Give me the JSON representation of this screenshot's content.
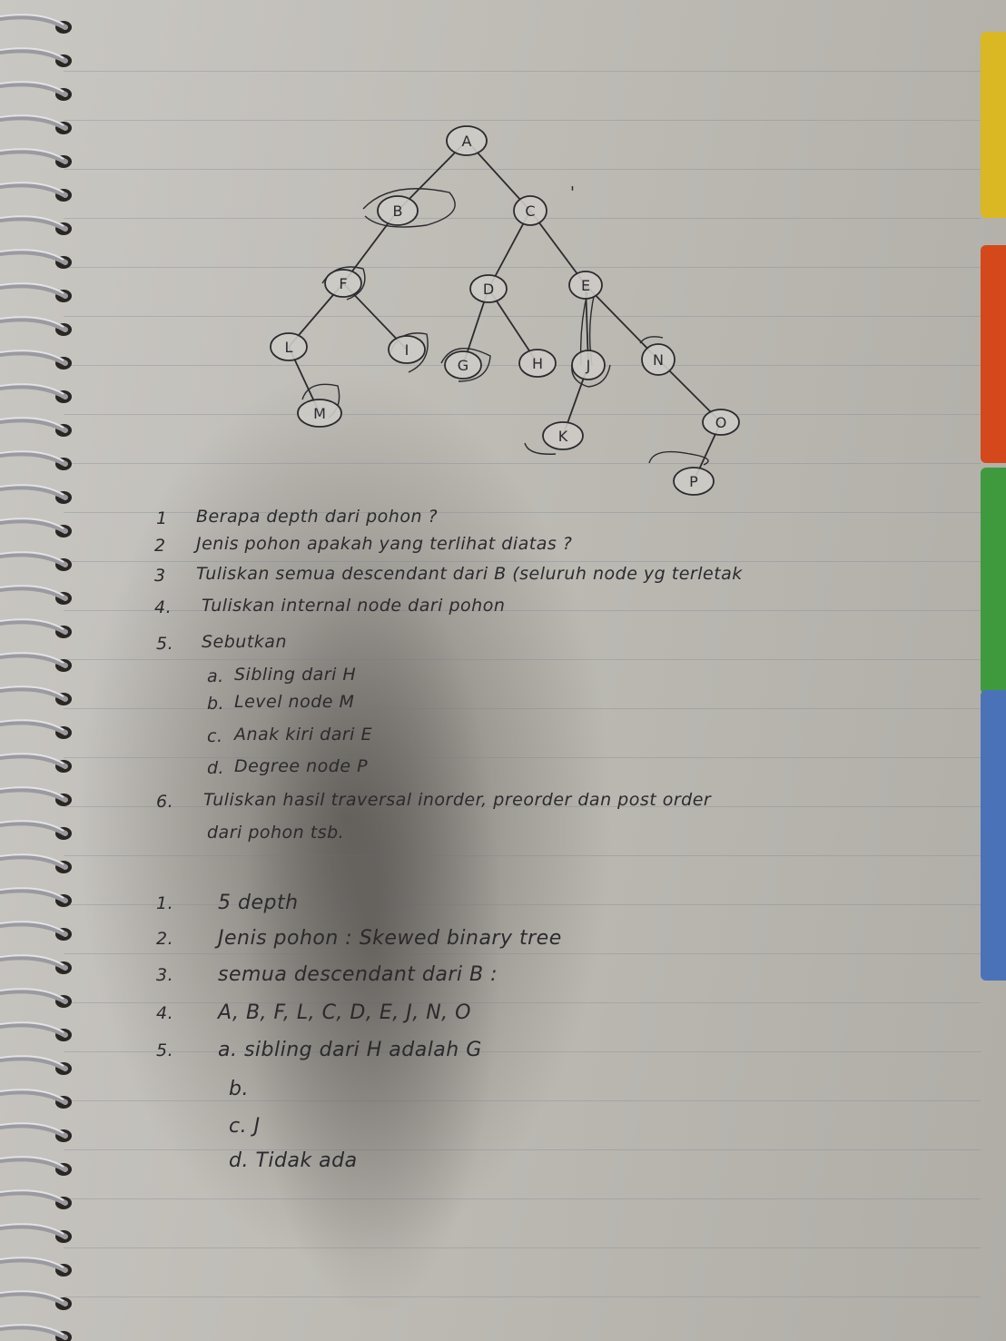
{
  "tree": {
    "nodes": [
      {
        "id": "A",
        "label": "A"
      },
      {
        "id": "B",
        "label": "B"
      },
      {
        "id": "C",
        "label": "C"
      },
      {
        "id": "F",
        "label": "F"
      },
      {
        "id": "D",
        "label": "D"
      },
      {
        "id": "E",
        "label": "E"
      },
      {
        "id": "L",
        "label": "L"
      },
      {
        "id": "I",
        "label": "I"
      },
      {
        "id": "G",
        "label": "G"
      },
      {
        "id": "H",
        "label": "H"
      },
      {
        "id": "J",
        "label": "J"
      },
      {
        "id": "N",
        "label": "N"
      },
      {
        "id": "M",
        "label": "M"
      },
      {
        "id": "K",
        "label": "K"
      },
      {
        "id": "O",
        "label": "O"
      },
      {
        "id": "P",
        "label": "P"
      }
    ],
    "edges": [
      [
        "A",
        "B"
      ],
      [
        "A",
        "C"
      ],
      [
        "B",
        "F"
      ],
      [
        "C",
        "D"
      ],
      [
        "C",
        "E"
      ],
      [
        "F",
        "L"
      ],
      [
        "F",
        "I"
      ],
      [
        "D",
        "G"
      ],
      [
        "D",
        "H"
      ],
      [
        "E",
        "J"
      ],
      [
        "E",
        "N"
      ],
      [
        "L",
        "M"
      ],
      [
        "J",
        "K"
      ],
      [
        "N",
        "O"
      ],
      [
        "O",
        "P"
      ]
    ],
    "tick_mark": "'"
  },
  "questions": [
    {
      "num": "1",
      "text": "Berapa depth dari pohon ?"
    },
    {
      "num": "2",
      "text": "Jenis pohon apakah yang terlihat diatas ?"
    },
    {
      "num": "3",
      "text": "Tuliskan semua descendant dari B   (seluruh node yg terletak"
    },
    {
      "num": "4.",
      "text": "Tuliskan internal node dari pohon"
    },
    {
      "num": "5.",
      "text": "Sebutkan"
    },
    {
      "num": "a.",
      "text": "Sibling dari H"
    },
    {
      "num": "b.",
      "text": "Level node M"
    },
    {
      "num": "c.",
      "text": "Anak kiri dari E"
    },
    {
      "num": "d.",
      "text": "Degree node P"
    },
    {
      "num": "6.",
      "text": "Tuliskan hasil traversal inorder, preorder dan post order"
    },
    {
      "num": "",
      "text": "dari pohon tsb."
    }
  ],
  "answers": [
    {
      "num": "1.",
      "text": "5 depth"
    },
    {
      "num": "2.",
      "text": "Jenis pohon : Skewed binary tree"
    },
    {
      "num": "3.",
      "text": "semua descendant dari B :"
    },
    {
      "num": "4.",
      "text": "A, B, F, L, C, D, E, J, N, O"
    },
    {
      "num": "5.",
      "text": "a. sibling dari H adalah G"
    },
    {
      "num": "",
      "text": "b."
    },
    {
      "num": "",
      "text": "c. J"
    },
    {
      "num": "",
      "text": "d. Tidak ada"
    }
  ],
  "colors": {
    "ink": "#2b2a2e",
    "tab_yellow": "#d9b823",
    "tab_orange": "#d4481c",
    "tab_green": "#3e9a3c",
    "tab_blue": "#4a72b8"
  }
}
